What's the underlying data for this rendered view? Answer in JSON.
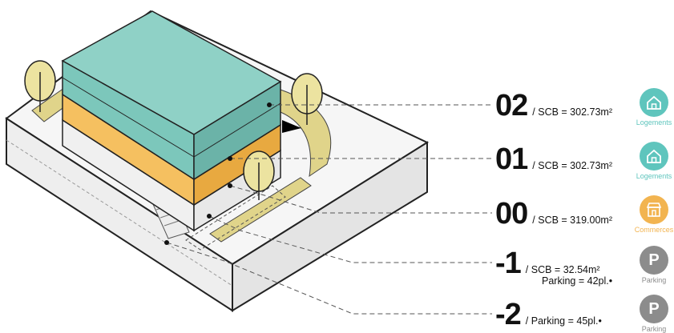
{
  "levels": [
    {
      "number": "02",
      "desc": "/ SCB = 302.73m²"
    },
    {
      "number": "01",
      "desc": "/ SCB = 302.73m²"
    },
    {
      "number": "00",
      "desc": "/ SCB = 319.00m²"
    },
    {
      "number": "-1",
      "desc": "/ SCB = 32.54m²",
      "desc2": "Parking = 42pl.•"
    },
    {
      "number": "-2",
      "desc": "/ Parking = 45pl.•"
    }
  ],
  "badges": [
    {
      "label": "Logements",
      "icon": "house-icon",
      "color": "#5fc5bd"
    },
    {
      "label": "Logements",
      "icon": "house-icon",
      "color": "#5fc5bd"
    },
    {
      "label": "Commerces",
      "icon": "shop-icon",
      "color": "#f2b450"
    },
    {
      "label": "Parking",
      "icon": "parking-icon",
      "color": "#8c8c8c",
      "letter": "P"
    },
    {
      "label": "Parking",
      "icon": "parking-icon",
      "color": "#8c8c8c",
      "letter": "P"
    }
  ],
  "colors": {
    "housing": "#8fd1c6",
    "commerce": "#f5c060",
    "landscape": "#e0d48a",
    "ground": "#f2f2f2"
  }
}
